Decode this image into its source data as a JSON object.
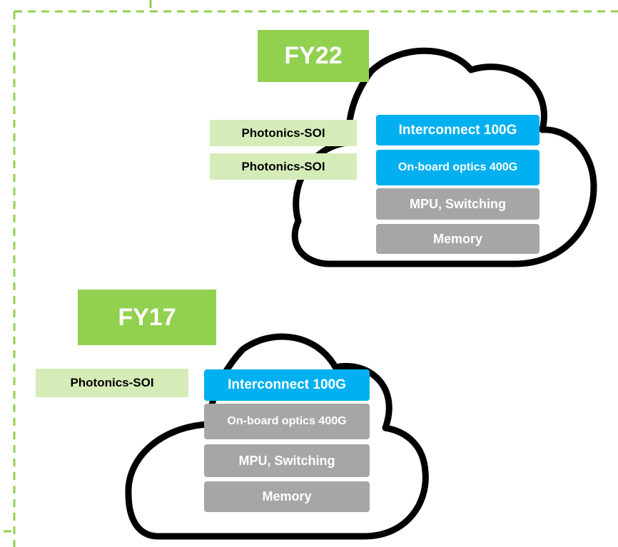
{
  "colors": {
    "frame_dash": "#92d050",
    "fy_label_bg": "#92d050",
    "tag_bg": "#d5ecb8",
    "layer_active": "#00b0f0",
    "layer_inactive": "#a6a6a6",
    "cloud_outline": "#000000"
  },
  "fy22": {
    "label": "FY22",
    "tags": [
      "Photonics-SOI",
      "Photonics-SOI"
    ],
    "layers": [
      {
        "label": "Interconnect 100G",
        "state": "active"
      },
      {
        "label": "On-board optics 400G",
        "state": "active"
      },
      {
        "label": "MPU, Switching",
        "state": "inactive"
      },
      {
        "label": "Memory",
        "state": "inactive"
      }
    ]
  },
  "fy17": {
    "label": "FY17",
    "tags": [
      "Photonics-SOI"
    ],
    "layers": [
      {
        "label": "Interconnect 100G",
        "state": "active"
      },
      {
        "label": "On-board optics 400G",
        "state": "inactive"
      },
      {
        "label": "MPU, Switching",
        "state": "inactive"
      },
      {
        "label": "Memory",
        "state": "inactive"
      }
    ]
  }
}
